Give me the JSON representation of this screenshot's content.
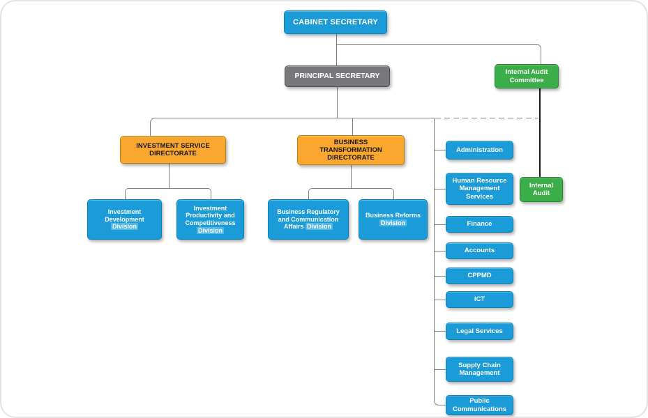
{
  "org": {
    "colors": {
      "blue": "#1b9bd7",
      "blue_border": "#0d7fb2",
      "blue_highlight": "#54b6e3",
      "orange": "#f9a72e",
      "orange_border": "#bb7e12",
      "gray": "#77787b",
      "gray_border": "#4f5052",
      "green": "#3cae49",
      "green_border": "#2a8439",
      "line": "#808080",
      "audit_line": "#1a1a1a"
    },
    "nodes": {
      "cabinet_secretary": "CABINET SECRETARY",
      "principal_secretary": "PRINCIPAL SECRETARY",
      "internal_audit_committee": "Internal Audit Committee",
      "internal_audit": "Internal Audit",
      "investment_service_directorate": "INVESTMENT SERVICE DIRECTORATE",
      "business_transformation_directorate": "BUSINESS TRANSFORMATION DIRECTORATE"
    },
    "divisions": {
      "investment_development": {
        "text": "Investment Development",
        "highlight": "Division"
      },
      "investment_productivity": {
        "text": "Investment Productivity and Competitiveness",
        "highlight": "Division"
      },
      "business_regulatory": {
        "text": "Business Regulatory and Communication Affairs",
        "highlight": "Division"
      },
      "business_reforms": {
        "text": "Business Reforms",
        "highlight": "Division"
      }
    },
    "departments": [
      "Administration",
      "Human Resource Management Services",
      "Finance",
      "Accounts",
      "CPPMD",
      "ICT",
      "Legal Services",
      "Supply Chain Management",
      "Public Communications"
    ]
  }
}
